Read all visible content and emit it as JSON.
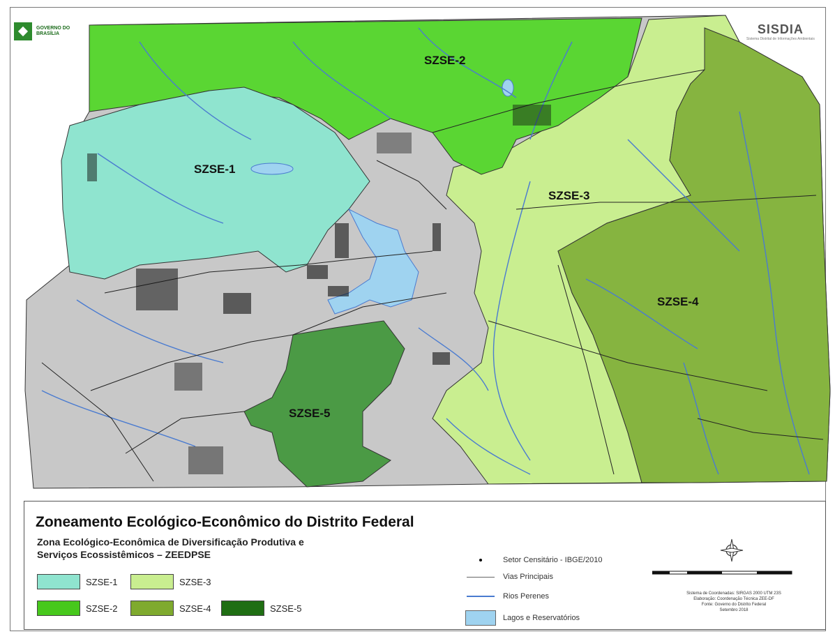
{
  "logo_left": {
    "line1": "GOVERNO DO",
    "line2": "BRASÍLIA"
  },
  "logo_right": {
    "name": "SISDIA",
    "sub": "Sistema Distrital de Informações Ambientais"
  },
  "zones": [
    {
      "id": "SZSE-1",
      "color": "#8fe4cf"
    },
    {
      "id": "SZSE-2",
      "color": "#5ad633"
    },
    {
      "id": "SZSE-3",
      "color": "#c9ee90"
    },
    {
      "id": "SZSE-4",
      "color": "#86b440"
    },
    {
      "id": "SZSE-5",
      "color": "#4b9a45"
    }
  ],
  "background_color": "#c8c8c8",
  "lake_color": "#9fd3f0",
  "river_color": "#4a7bd0",
  "legend": {
    "title": "Zoneamento Ecológico-Econômico do Distrito Federal",
    "subtitle_line1": "Zona Ecológico-Econômica de Diversificação Produtiva e",
    "subtitle_line2": "Serviços Ecossistêmicos – ZEEDPSE",
    "swatches": [
      {
        "label": "SZSE-1",
        "color": "#8fe4cf"
      },
      {
        "label": "SZSE-3",
        "color": "#c9ee90"
      },
      {
        "label": "SZSE-2",
        "color": "#47c81c"
      },
      {
        "label": "SZSE-4",
        "color": "#7faa2e"
      },
      {
        "label": "SZSE-5",
        "color": "#1f6e13"
      }
    ],
    "layers": [
      {
        "label": "Setor Censitário - IBGE/2010",
        "symbol": "dot"
      },
      {
        "label": "Vias Principais",
        "symbol": "line"
      },
      {
        "label": "Rios Perenes",
        "symbol": "river"
      },
      {
        "label": "Lagos e Reservatórios",
        "symbol": "lake"
      }
    ],
    "credits": [
      "Sistema de Coordenadas: SIRGAS 2000 UTM 23S",
      "Elaboração: Coordenação Técnica ZEE-DF",
      "Fonte: Governo do Distrito Federal",
      "Setembro 2018"
    ]
  }
}
